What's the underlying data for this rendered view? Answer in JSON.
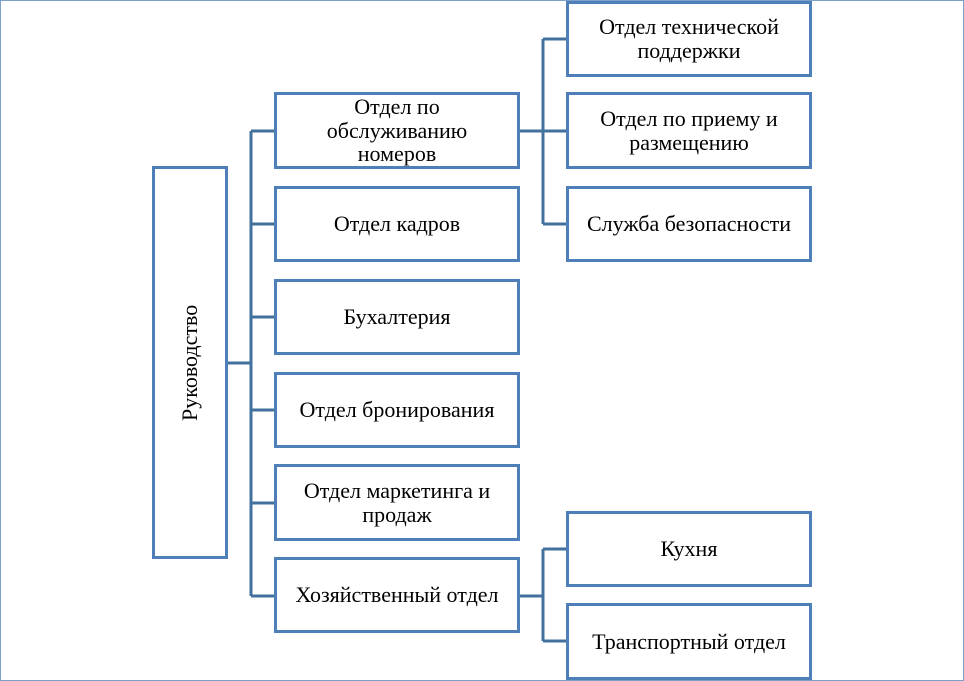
{
  "colors": {
    "line": "#41719c",
    "box_border": "#4f7fb8",
    "frame": "#7ca0c8"
  },
  "root": {
    "label": "Руководство"
  },
  "departments": [
    {
      "label": "Отдел по обслуживанию номеров"
    },
    {
      "label": "Отдел кадров"
    },
    {
      "label": "Бухалтерия"
    },
    {
      "label": "Отдел бронирования"
    },
    {
      "label": "Отдел маркетинга и продаж"
    },
    {
      "label": "Хозяйственный отдел"
    }
  ],
  "subdepartments_room_service": [
    {
      "label": "Отдел технической поддержки"
    },
    {
      "label": "Отдел по приему и размещению"
    },
    {
      "label": "Служба безопасности"
    }
  ],
  "subdepartments_household": [
    {
      "label": "Кухня"
    },
    {
      "label": "Транспортный отдел"
    }
  ]
}
